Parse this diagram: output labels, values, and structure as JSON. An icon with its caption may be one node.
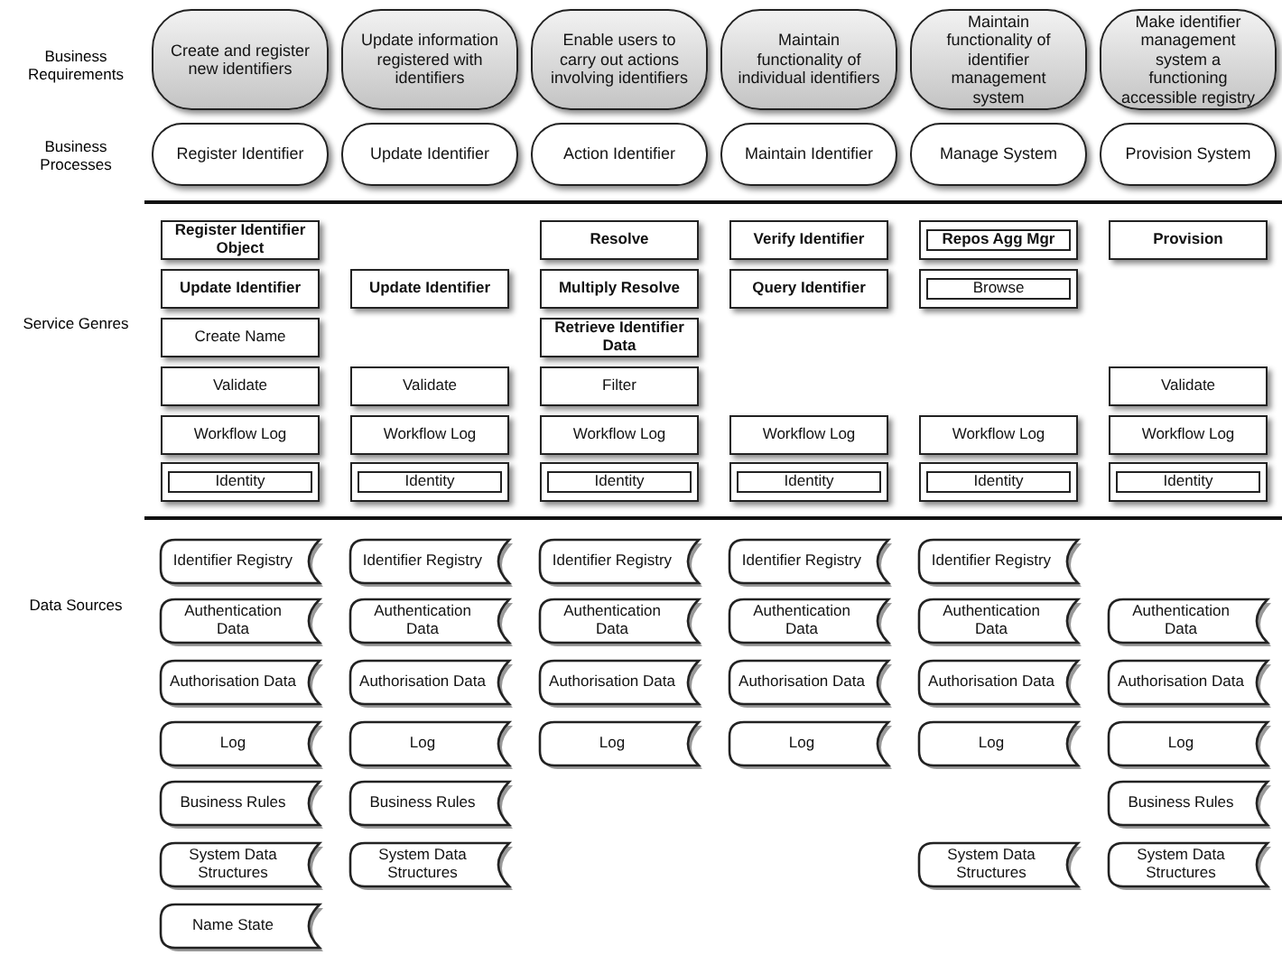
{
  "diagram": {
    "nodes": [
      {
        "text": [
          "Create and register new identifiers"
        ]
      },
      {
        "text": [
          "Update information registered with identifiers"
        ]
      },
      {
        "text": [
          "Enable users to carry out actions involving identifiers"
        ]
      },
      {
        "text": [
          "Maintain functionality of individual identifiers"
        ]
      },
      {
        "text": [
          "Maintain functionality of identifier management system"
        ]
      },
      {
        "text": [
          "Make identifier management system a functioning accessible registry"
        ]
      },
      {
        "text": [
          "Register Identifier"
        ]
      },
      {
        "text": [
          "Update Identifier"
        ]
      },
      {
        "text": [
          "Action Identifier"
        ]
      },
      {
        "text": [
          "Maintain Identifier"
        ]
      },
      {
        "text": [
          "Manage System"
        ]
      },
      {
        "text": [
          "Provision System"
        ]
      },
      {
        "text": [
          "Register Identifier Object"
        ]
      },
      {
        "text": [
          "Resolve"
        ]
      },
      {
        "text": [
          "Verify Identifier"
        ]
      },
      {
        "text": [
          "Repos Agg Mgr"
        ]
      },
      {
        "text": [
          "Provision"
        ]
      },
      {
        "text": [
          "Update Identifier"
        ]
      },
      {
        "text": [
          "Update Identifier"
        ]
      },
      {
        "text": [
          "Multiply Resolve"
        ]
      },
      {
        "text": [
          "Query Identifier"
        ]
      },
      {
        "text": [
          "Browse"
        ]
      },
      {
        "text": [
          "Create Name"
        ]
      },
      {
        "text": [
          "Retrieve Identifier Data"
        ]
      },
      {
        "text": [
          "Validate"
        ]
      },
      {
        "text": [
          "Validate"
        ]
      },
      {
        "text": [
          "Filter"
        ]
      },
      {
        "text": [
          "Validate"
        ]
      },
      {
        "text": [
          "Workflow Log"
        ]
      },
      {
        "text": [
          "Workflow Log"
        ]
      },
      {
        "text": [
          "Workflow Log"
        ]
      },
      {
        "text": [
          "Workflow Log"
        ]
      },
      {
        "text": [
          "Workflow Log"
        ]
      },
      {
        "text": [
          "Workflow Log"
        ]
      },
      {
        "text": [
          "Identity"
        ]
      },
      {
        "text": [
          "Identity"
        ]
      },
      {
        "text": [
          "Identity"
        ]
      },
      {
        "text": [
          "Identity"
        ]
      },
      {
        "text": [
          "Identity"
        ]
      },
      {
        "text": [
          "Identity"
        ]
      },
      {
        "text": [
          "Identifier Registry"
        ]
      },
      {
        "text": [
          "Identifier Registry"
        ]
      },
      {
        "text": [
          "Identifier Registry"
        ]
      },
      {
        "text": [
          "Identifier Registry"
        ]
      },
      {
        "text": [
          "Identifier Registry"
        ]
      },
      {
        "text": [
          "Authentication Data"
        ]
      },
      {
        "text": [
          "Authentication Data"
        ]
      },
      {
        "text": [
          "Authentication Data"
        ]
      },
      {
        "text": [
          "Authentication Data"
        ]
      },
      {
        "text": [
          "Authentication Data"
        ]
      },
      {
        "text": [
          "Authentication Data"
        ]
      },
      {
        "text": [
          "Authorisation Data"
        ]
      },
      {
        "text": [
          "Authorisation Data"
        ]
      },
      {
        "text": [
          "Authorisation Data"
        ]
      },
      {
        "text": [
          "Authorisation Data"
        ]
      },
      {
        "text": [
          "Authorisation Data"
        ]
      },
      {
        "text": [
          "Authorisation Data"
        ]
      },
      {
        "text": [
          "Log"
        ]
      },
      {
        "text": [
          "Log"
        ]
      },
      {
        "text": [
          "Log"
        ]
      },
      {
        "text": [
          "Log"
        ]
      },
      {
        "text": [
          "Log"
        ]
      },
      {
        "text": [
          "Log"
        ]
      },
      {
        "text": [
          "Business Rules"
        ]
      },
      {
        "text": [
          "Business Rules"
        ]
      },
      {
        "text": [
          "Business Rules"
        ]
      },
      {
        "text": [
          "System Data Structures"
        ]
      },
      {
        "text": [
          "System Data Structures"
        ]
      },
      {
        "text": [
          "System Data Structures"
        ]
      },
      {
        "text": [
          "System Data Structures"
        ]
      },
      {
        "text": [
          "Name State"
        ]
      }
    ],
    "labels": [
      "Business Requirements",
      "Business Processes",
      "Service Genres",
      "Data Sources"
    ]
  }
}
